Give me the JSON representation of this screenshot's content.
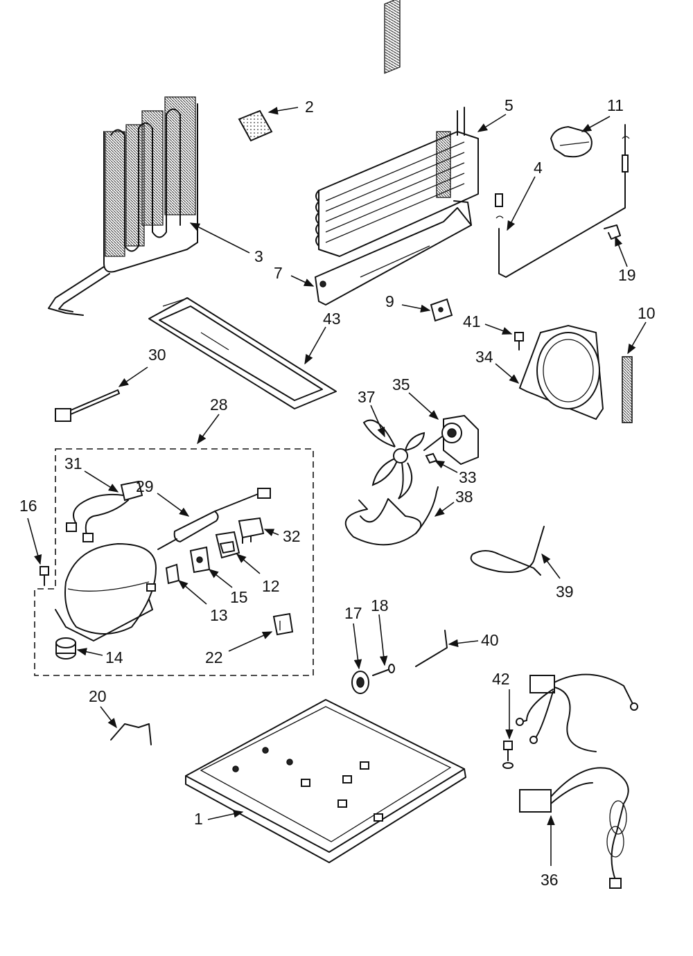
{
  "callouts": [
    {
      "id": "1",
      "label": "1"
    },
    {
      "id": "2",
      "label": "2"
    },
    {
      "id": "3",
      "label": "3"
    },
    {
      "id": "4",
      "label": "4"
    },
    {
      "id": "5",
      "label": "5"
    },
    {
      "id": "7",
      "label": "7"
    },
    {
      "id": "9",
      "label": "9"
    },
    {
      "id": "10",
      "label": "10"
    },
    {
      "id": "11",
      "label": "11"
    },
    {
      "id": "12",
      "label": "12"
    },
    {
      "id": "13",
      "label": "13"
    },
    {
      "id": "14",
      "label": "14"
    },
    {
      "id": "15",
      "label": "15"
    },
    {
      "id": "16",
      "label": "16"
    },
    {
      "id": "17",
      "label": "17"
    },
    {
      "id": "18",
      "label": "18"
    },
    {
      "id": "19",
      "label": "19"
    },
    {
      "id": "20",
      "label": "20"
    },
    {
      "id": "22",
      "label": "22"
    },
    {
      "id": "28",
      "label": "28"
    },
    {
      "id": "29",
      "label": "29"
    },
    {
      "id": "30",
      "label": "30"
    },
    {
      "id": "31",
      "label": "31"
    },
    {
      "id": "32",
      "label": "32"
    },
    {
      "id": "33",
      "label": "33"
    },
    {
      "id": "34",
      "label": "34"
    },
    {
      "id": "35",
      "label": "35"
    },
    {
      "id": "36",
      "label": "36"
    },
    {
      "id": "37",
      "label": "37"
    },
    {
      "id": "38",
      "label": "38"
    },
    {
      "id": "39",
      "label": "39"
    },
    {
      "id": "40",
      "label": "40"
    },
    {
      "id": "41",
      "label": "41"
    },
    {
      "id": "42",
      "label": "42"
    },
    {
      "id": "43",
      "label": "43"
    }
  ]
}
